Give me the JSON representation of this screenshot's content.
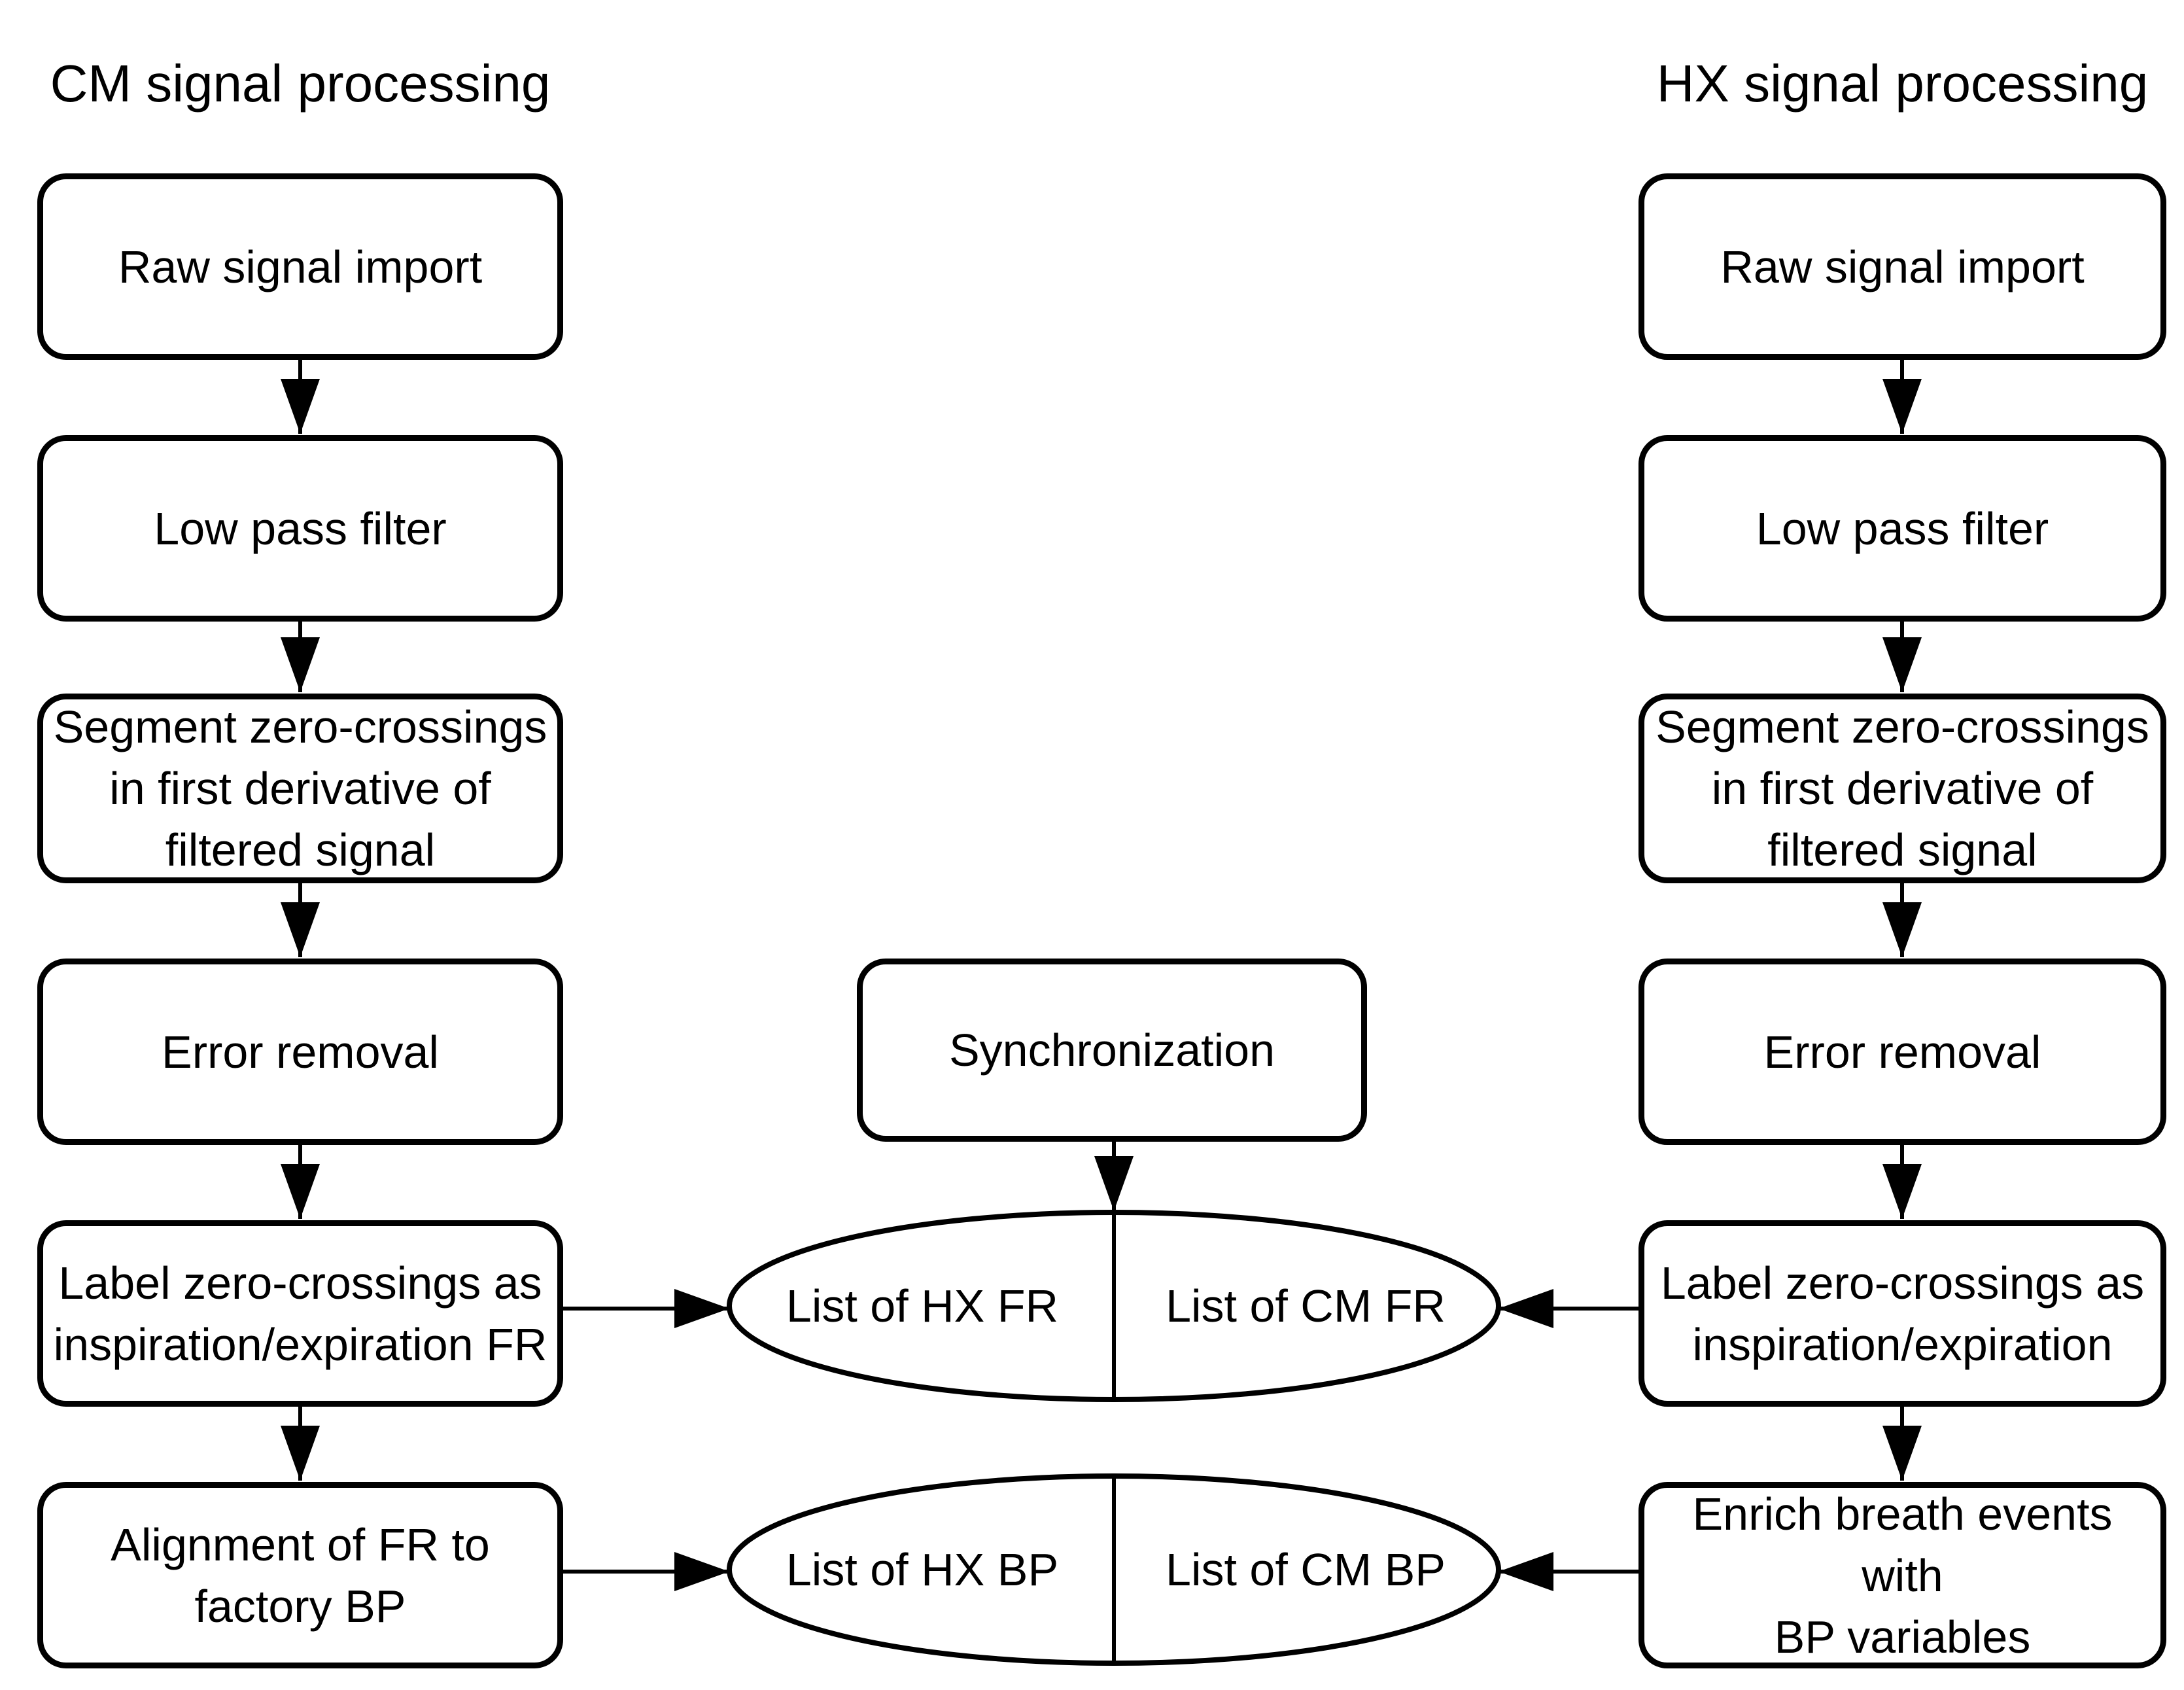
{
  "columns": {
    "cm": {
      "title": "CM signal processing",
      "steps": [
        "Raw signal import",
        "Low pass filter",
        "Segment zero-crossings\nin first derivative of\nfiltered signal",
        "Error removal",
        "Label zero-crossings as\ninspiration/expiration FR",
        "Alignment of FR to\nfactory BP"
      ]
    },
    "hx": {
      "title": "HX signal processing",
      "steps": [
        "Raw signal import",
        "Low pass filter",
        "Segment zero-crossings\nin first derivative of\nfiltered signal",
        "Error removal",
        "Label zero-crossings as\ninspiration/expiration",
        "Enrich breath events with\nBP variables"
      ]
    }
  },
  "sync": {
    "label": "Synchronization"
  },
  "outputs": {
    "fr": {
      "left": "List of HX FR",
      "right": "List of CM FR"
    },
    "bp": {
      "left": "List of HX BP",
      "right": "List of CM BP"
    }
  },
  "colors": {
    "stroke": "#000000",
    "fill": "#ffffff",
    "text": "#000000",
    "background": "#ffffff"
  }
}
